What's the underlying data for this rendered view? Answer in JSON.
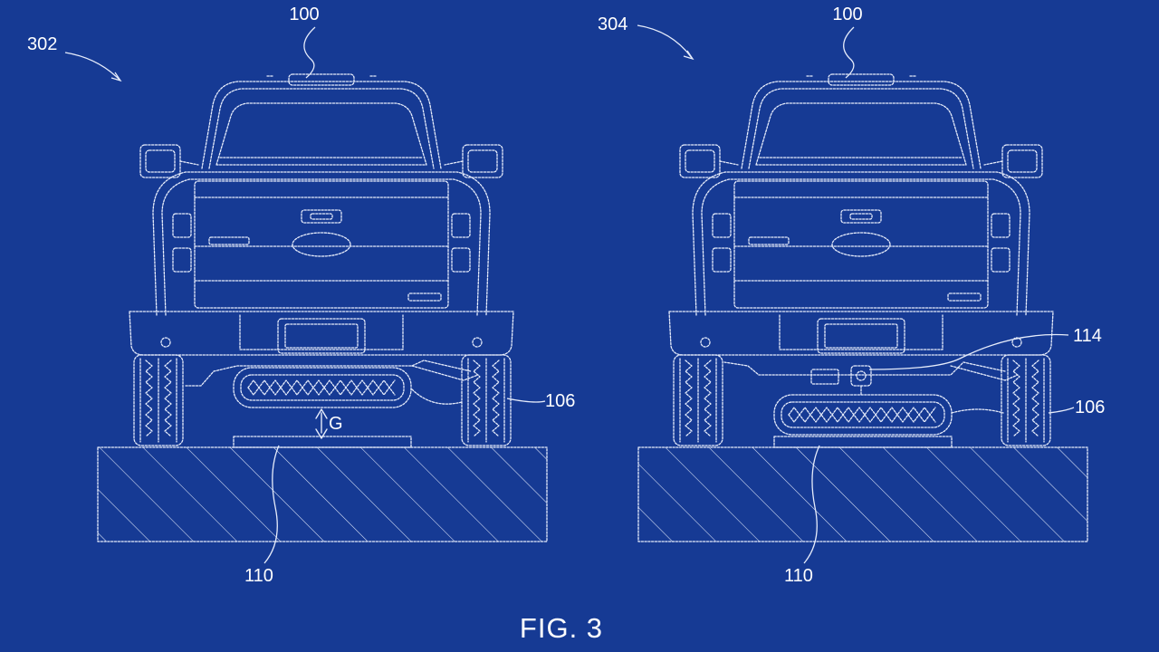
{
  "figure": {
    "title": "FIG. 3",
    "background_color": "#163a94",
    "line_color": "#e6ecfb",
    "views": [
      {
        "view_ref": "302",
        "vehicle_ref": "100",
        "tire_ref": "106",
        "pad_ref": "110",
        "gap_label": "G"
      },
      {
        "view_ref": "304",
        "vehicle_ref": "100",
        "hitch_ref": "114",
        "tire_ref": "106",
        "pad_ref": "110"
      }
    ]
  }
}
